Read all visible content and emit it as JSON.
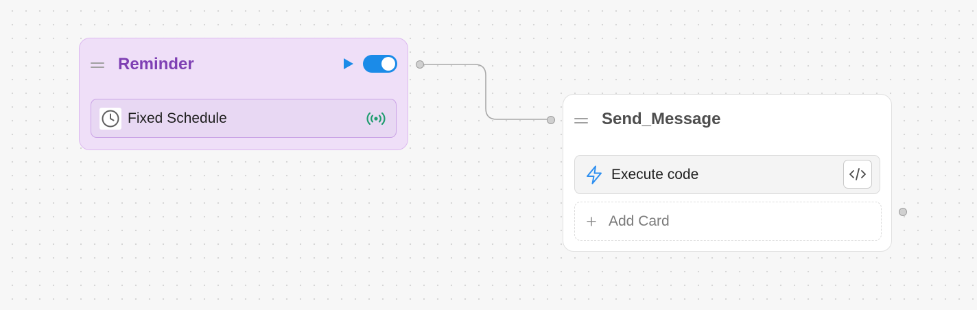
{
  "nodes": {
    "reminder": {
      "title": "Reminder",
      "trigger_card": {
        "label": "Fixed Schedule",
        "icon": "clock-icon"
      },
      "run_icon": "play-icon",
      "toggle_state": "on",
      "status_icon": "broadcast-icon"
    },
    "send_message": {
      "title": "Send_Message",
      "action_card": {
        "label": "Execute code",
        "icon": "lightning-icon",
        "action_icon": "code-icon"
      },
      "add_card_label": "Add Card"
    }
  },
  "colors": {
    "reminder_title": "#7e3fb3",
    "reminder_background": "#efdff8",
    "toggle_accent": "#1b8be8",
    "status_green": "#1f9d6f",
    "bolt_blue": "#2d8ff0"
  }
}
